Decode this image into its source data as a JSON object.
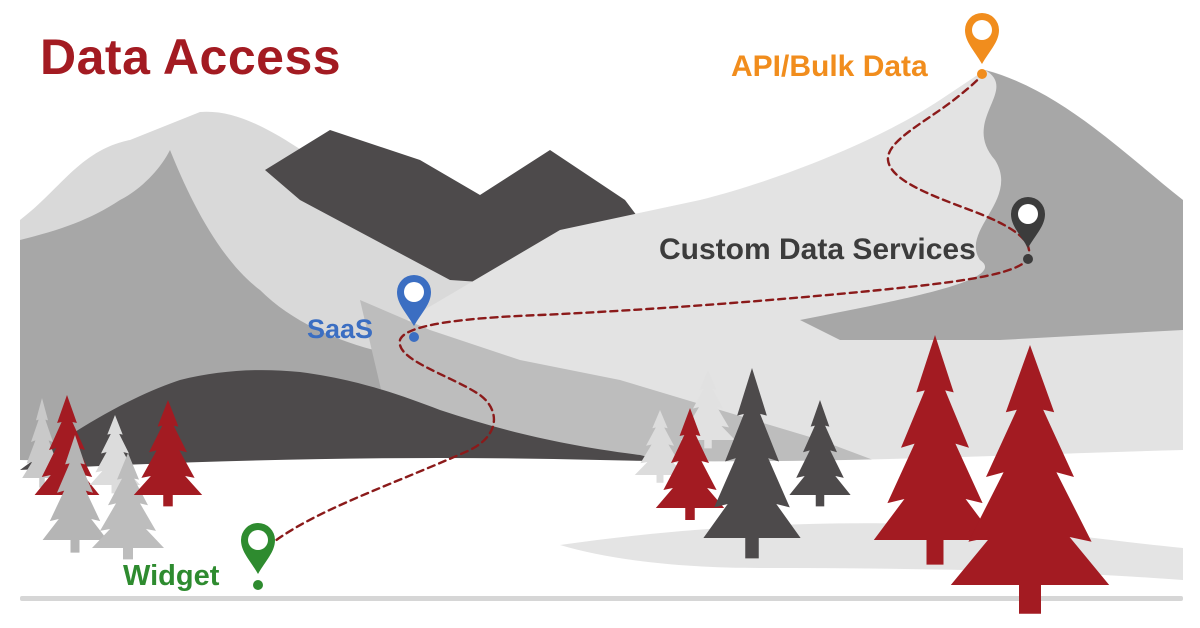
{
  "title": "Data Access",
  "colors": {
    "title": "#a31b22",
    "trail": "#8b1a1a",
    "tree_red": "#a31b22",
    "mountain_dark": "#4d4a4b",
    "mountain_mid": "#a7a7a7",
    "mountain_light": "#e3e3e3"
  },
  "waypoints": [
    {
      "label": "API/Bulk Data",
      "color": "#f18d1d",
      "icon": "map-pin-icon"
    },
    {
      "label": "Custom Data Services",
      "color": "#3c3c3c",
      "icon": "map-pin-icon"
    },
    {
      "label": "SaaS",
      "color": "#3b6ec2",
      "icon": "map-pin-icon"
    },
    {
      "label": "Widget",
      "color": "#2e8b2f",
      "icon": "map-pin-icon"
    }
  ]
}
